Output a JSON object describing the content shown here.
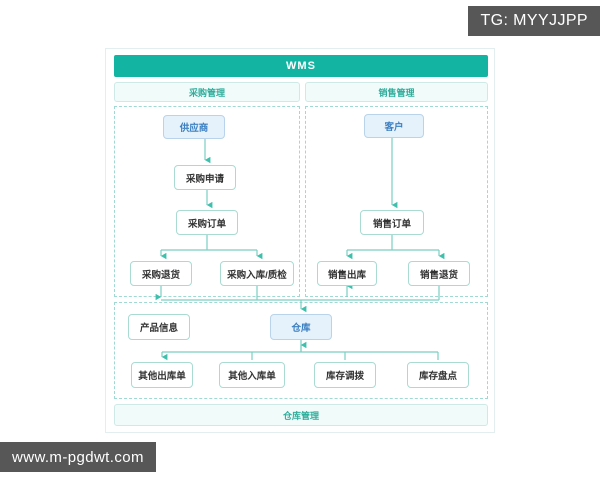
{
  "watermarks": {
    "top_right": "TG: MYYJJPP",
    "bottom_left": "www.m-pgdwt.com"
  },
  "diagram": {
    "title": "WMS",
    "groups": {
      "purchase": "采购管理",
      "sales": "销售管理",
      "warehouse": "仓库管理"
    },
    "nodes": {
      "supplier": "供应商",
      "purchase_request": "采购申请",
      "purchase_order": "采购订单",
      "purchase_return": "采购退货",
      "purchase_inbound": "采购入库/质检",
      "customer": "客户",
      "sales_order": "销售订单",
      "sales_outbound": "销售出库",
      "sales_return": "销售退货",
      "product_info": "产品信息",
      "warehouse": "仓库",
      "other_outbound": "其他出库单",
      "other_inbound": "其他入库单",
      "stock_transfer": "库存调拨",
      "stock_count": "库存盘点"
    },
    "colors": {
      "brand_teal": "#14b4a3",
      "node_border": "#a9dbd2",
      "accent_blue": "#3a7fc1",
      "blue_fill": "#e5f1fb",
      "header_fill": "#f1fbfa",
      "dashed_border": "#9fd9d2",
      "watermark_bg": "#575757"
    }
  }
}
